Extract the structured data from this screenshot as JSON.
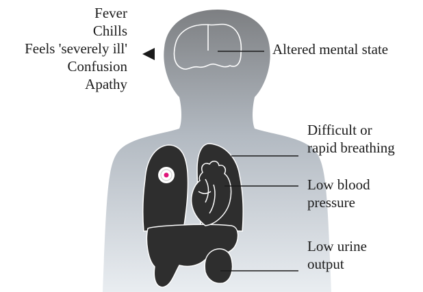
{
  "colors": {
    "body_gradient_top": "#7d7f82",
    "body_gradient_mid": "#b3bac2",
    "body_gradient_bottom": "#e9edf1",
    "organ_fill": "#2e2e2e",
    "organ_outline": "#ffffff",
    "leader_line": "#1a1a1a",
    "infection_dot": "#e0147a"
  },
  "symptoms_left": {
    "items": [
      "Fever",
      "Chills",
      "Feels 'severely ill'",
      "Confusion",
      "Apathy"
    ],
    "pointer_icon": "left-pointing-triangle"
  },
  "labels": {
    "brain": "Altered mental state",
    "lungs": [
      "Difficult or",
      "rapid breathing"
    ],
    "heart": [
      "Low blood",
      "pressure"
    ],
    "kidneys": [
      "Low urine",
      "output"
    ]
  }
}
